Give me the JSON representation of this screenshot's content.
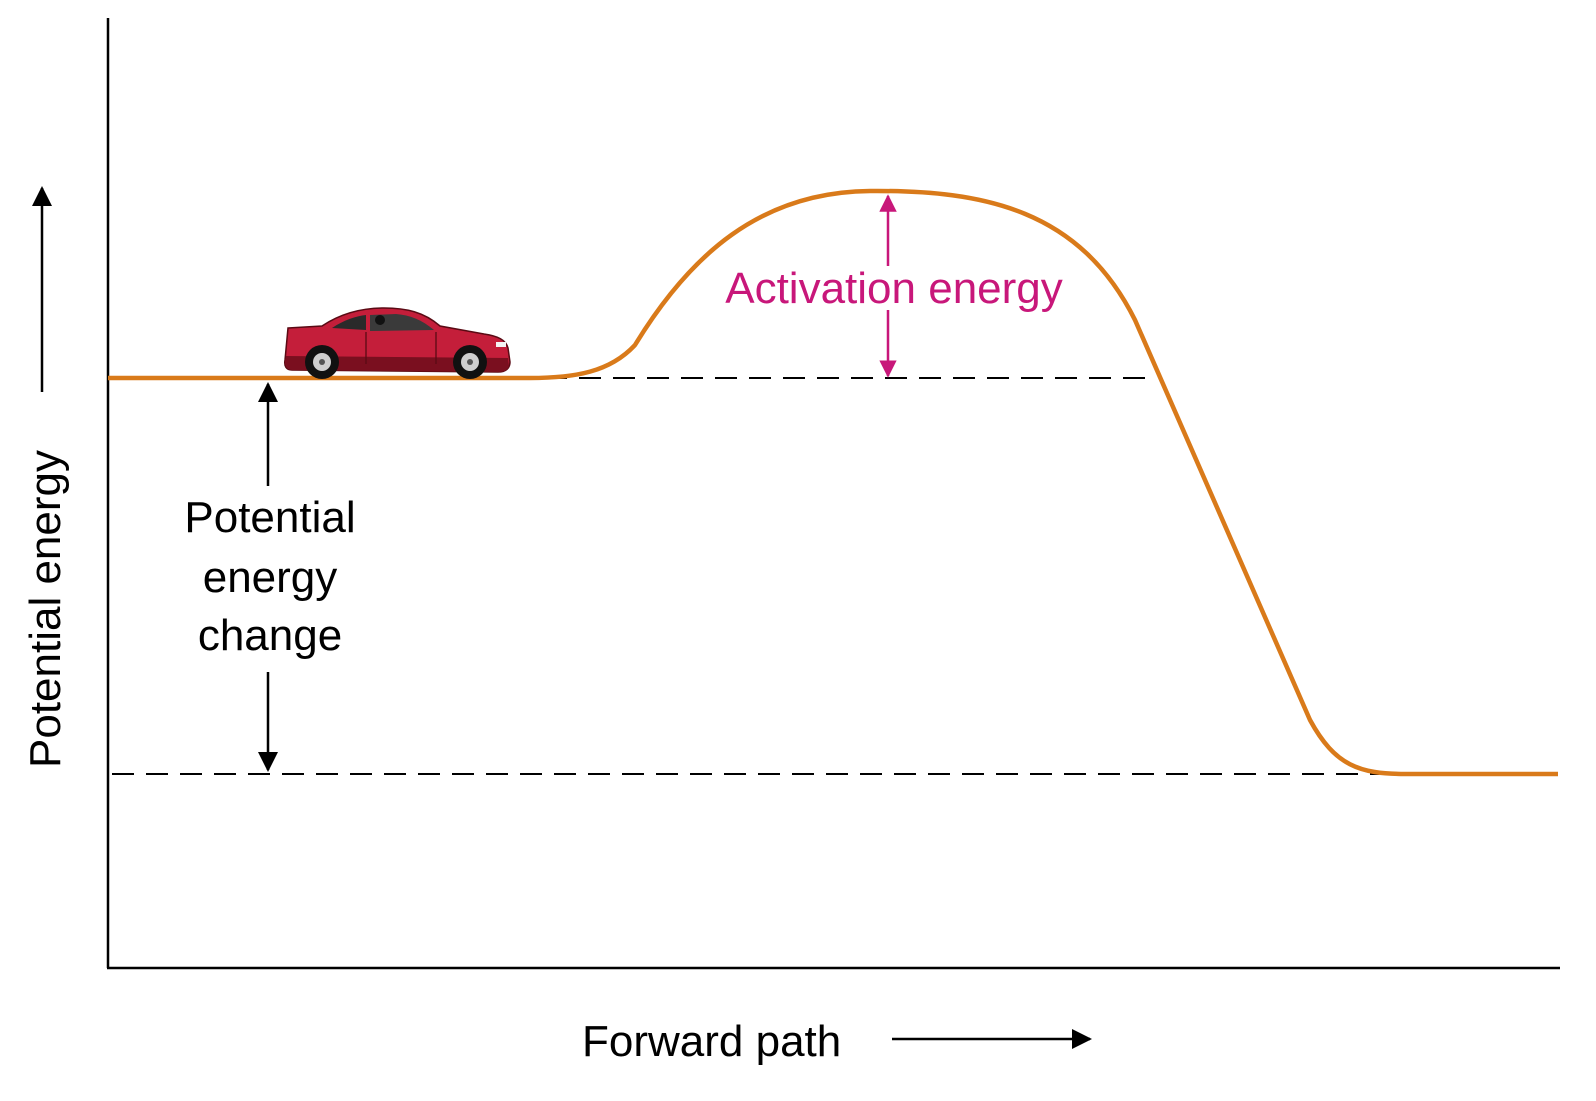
{
  "diagram": {
    "labels": {
      "activation_energy": "Activation energy",
      "potential_energy_change": [
        "Potential",
        "energy",
        "change"
      ],
      "y_axis": "Potential energy",
      "x_axis": "Forward path"
    },
    "icons": {
      "car": "car-icon"
    },
    "colors": {
      "curve": "#d97a1a",
      "activation": "#c8177a",
      "axis": "#000000",
      "dashed": "#000000",
      "car_body": "#c41e3a",
      "car_dark": "#7a0f1f"
    }
  }
}
